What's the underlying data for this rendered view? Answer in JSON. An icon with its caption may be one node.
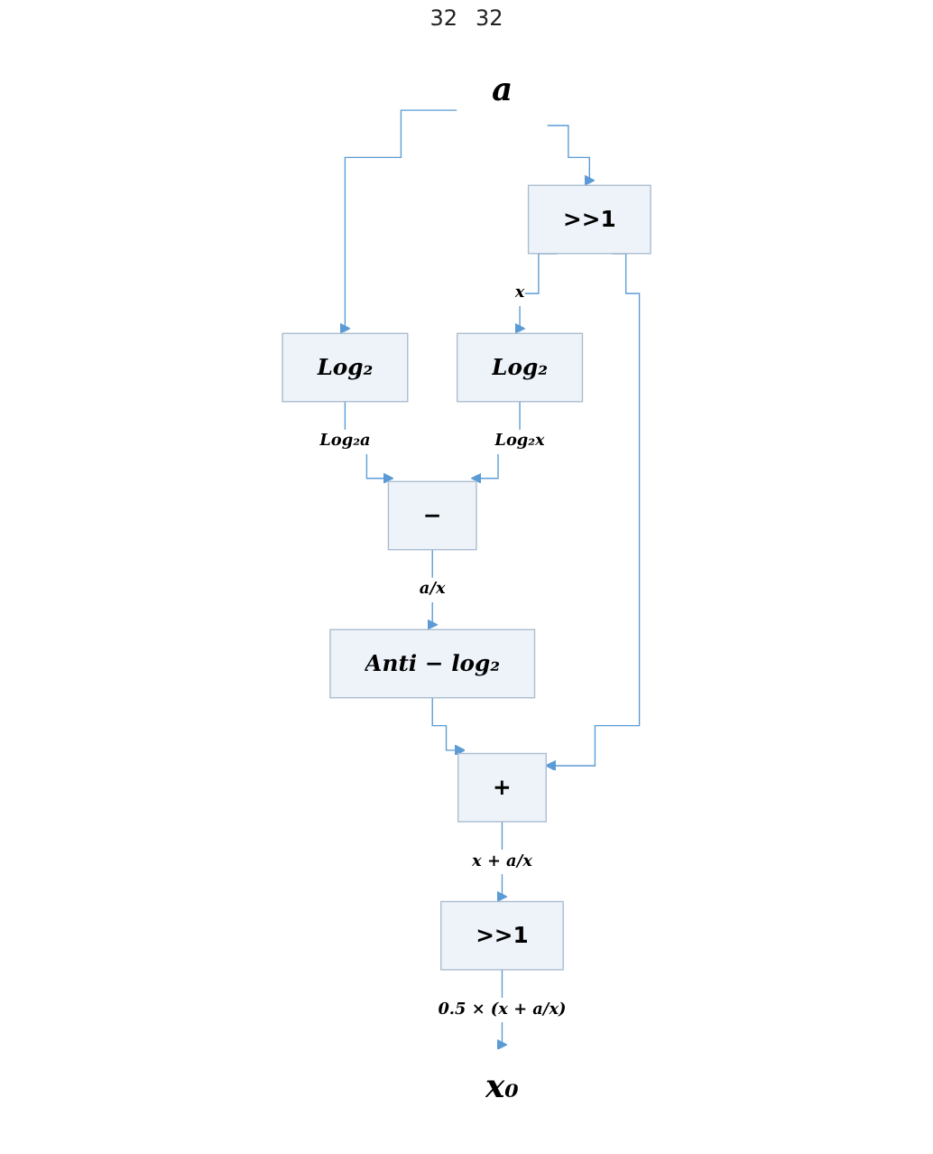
{
  "diagram": {
    "nodes": [
      {
        "text": [
          "a"
        ]
      },
      {
        "text": [
          "Log₂"
        ]
      },
      {
        "text": [
          ">>1"
        ]
      },
      {
        "text": [
          "Log₂"
        ]
      },
      {
        "text": [
          "−"
        ]
      },
      {
        "text": [
          "Anti − log₂"
        ]
      },
      {
        "text": [
          "+"
        ]
      },
      {
        "text": [
          ">>1"
        ]
      },
      {
        "text": [
          "x₀"
        ]
      }
    ],
    "edges": [
      {
        "from": 0,
        "to": 1,
        "arrow": "to"
      },
      {
        "from": 0,
        "to": 2,
        "arrow": "to"
      },
      {
        "from": 2,
        "to": 3,
        "label": "x",
        "arrow": "to"
      },
      {
        "from": 2,
        "to": 6,
        "arrow": "to"
      },
      {
        "from": 1,
        "to": 4,
        "label": "Log₂a",
        "arrow": "to"
      },
      {
        "from": 3,
        "to": 4,
        "label": "Log₂x",
        "arrow": "to"
      },
      {
        "from": 4,
        "to": 5,
        "label": "a/x",
        "arrow": "to"
      },
      {
        "from": 5,
        "to": 6,
        "arrow": "to"
      },
      {
        "from": 6,
        "to": 7,
        "label": "x + a/x",
        "arrow": "to"
      },
      {
        "from": 7,
        "to": 8,
        "label": "0.5 × (x + a/x)",
        "arrow": "to"
      }
    ],
    "labels": [
      "32",
      "32"
    ]
  }
}
